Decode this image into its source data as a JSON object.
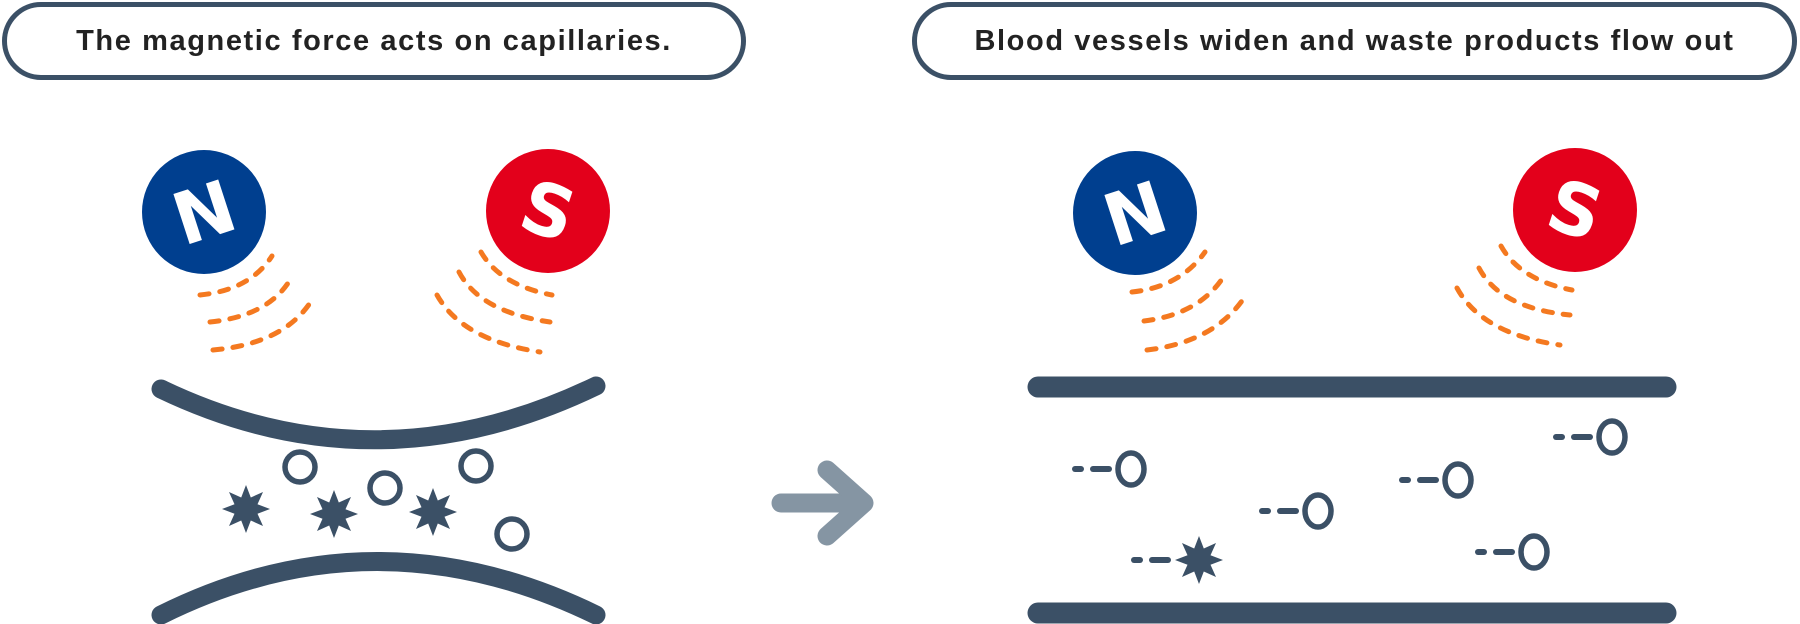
{
  "panels": [
    {
      "id": "before",
      "title": "The magnetic force acts on capillaries.",
      "magnets": [
        {
          "pole": "N",
          "color": "#003f8f"
        },
        {
          "pole": "S",
          "color": "#e3001b"
        }
      ],
      "vessel_state": "constricted",
      "particles": {
        "rings": 4,
        "stars": 3
      }
    },
    {
      "id": "after",
      "title": "Blood vessels widen and waste products flow out",
      "magnets": [
        {
          "pole": "N",
          "color": "#003f8f"
        },
        {
          "pole": "S",
          "color": "#e3001b"
        }
      ],
      "vessel_state": "widened",
      "particles": {
        "rings": 5,
        "stars": 1
      }
    }
  ],
  "transition_icon": "arrow-right-icon",
  "colors": {
    "vessel": "#3b5066",
    "field_lines": "#f47920",
    "arrow": "#8595a3",
    "north": "#003f8f",
    "south": "#e3001b",
    "text": "#222222"
  }
}
